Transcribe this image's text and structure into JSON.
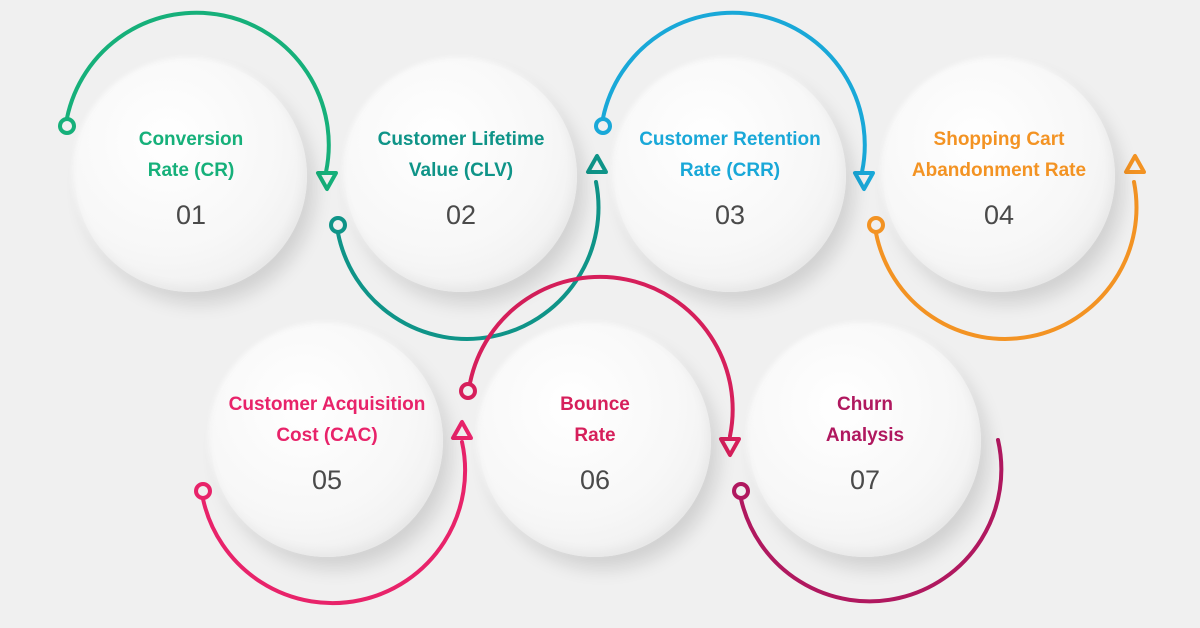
{
  "colors": {
    "green": "#16b07a",
    "teal": "#0f9488",
    "blue": "#19a8d8",
    "orange": "#f39323",
    "pink": "#e8236a",
    "crimson": "#d61f5b",
    "magenta": "#b0185f"
  },
  "steps": [
    {
      "number": "01",
      "line1": "Conversion",
      "line2": "Rate (CR)",
      "color": "#16b07a"
    },
    {
      "number": "02",
      "line1": "Customer Lifetime",
      "line2": "Value (CLV)",
      "color": "#0f9488"
    },
    {
      "number": "03",
      "line1": "Customer Retention",
      "line2": "Rate (CRR)",
      "color": "#19a8d8"
    },
    {
      "number": "04",
      "line1": "Shopping Cart",
      "line2": "Abandonment Rate",
      "color": "#f39323"
    },
    {
      "number": "05",
      "line1": "Customer Acquisition",
      "line2": "Cost (CAC)",
      "color": "#e8236a"
    },
    {
      "number": "06",
      "line1": "Bounce",
      "line2": "Rate",
      "color": "#d61f5b"
    },
    {
      "number": "07",
      "line1": "Churn",
      "line2": "Analysis",
      "color": "#b0185f"
    }
  ]
}
